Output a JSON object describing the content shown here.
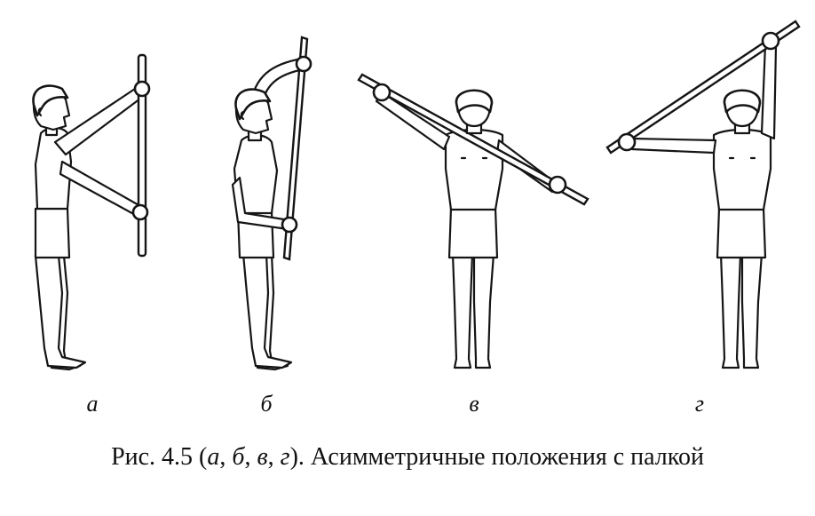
{
  "figures": [
    {
      "id": "a",
      "label": "а"
    },
    {
      "id": "b",
      "label": "б"
    },
    {
      "id": "v",
      "label": "в"
    },
    {
      "id": "g",
      "label": "г"
    }
  ],
  "caption": {
    "prefix": "Рис. 4.5 (",
    "l1": "а",
    "sep1": ", ",
    "l2": "б",
    "sep2": ", ",
    "l3": "в",
    "sep3": ", ",
    "l4": "г",
    "suffix": "). Асимметричные положения с палкой"
  }
}
